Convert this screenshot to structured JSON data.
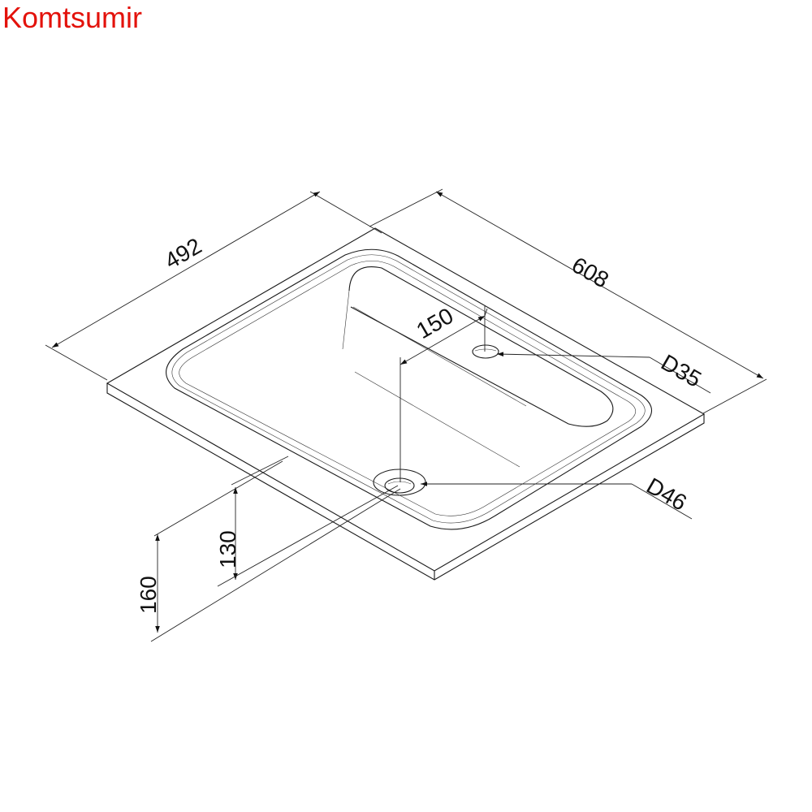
{
  "brand": {
    "text": "Komtsumir",
    "color": "#e3120b"
  },
  "dimensions": {
    "width_left": "492",
    "width_right": "608",
    "hole_offset": "150",
    "tap_hole": "D35",
    "drain_hole": "D46",
    "height_130": "130",
    "height_160": "160"
  }
}
